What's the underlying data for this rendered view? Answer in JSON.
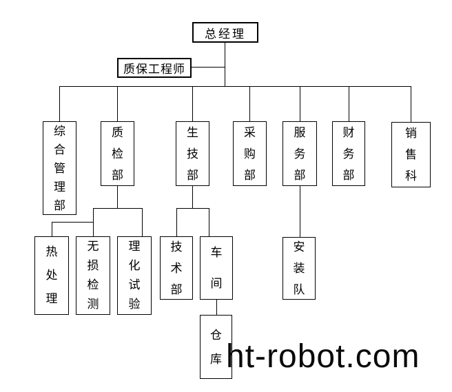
{
  "watermark": "ht-robot.com",
  "colors": {
    "background": "#ffffff",
    "line": "#000000",
    "text": "#000000",
    "watermark_text": "#0a0a0a"
  },
  "org_chart": {
    "type": "organization-hierarchy-diagram",
    "root": {
      "label": "总经理",
      "parent": null
    },
    "staff": {
      "label": "质保工程师",
      "parent": "总经理"
    },
    "level2": [
      {
        "label": "综合管理部",
        "parent": "总经理"
      },
      {
        "label": "质检部",
        "parent": "总经理"
      },
      {
        "label": "生技部",
        "parent": "总经理"
      },
      {
        "label": "采购部",
        "parent": "总经理"
      },
      {
        "label": "服务部",
        "parent": "总经理"
      },
      {
        "label": "财务部",
        "parent": "总经理"
      },
      {
        "label": "销售科",
        "parent": "总经理"
      }
    ],
    "level3": [
      {
        "label": "热处理",
        "parent": "质检部"
      },
      {
        "label": "无损检测",
        "parent": "质检部"
      },
      {
        "label": "理化试验",
        "parent": "质检部"
      },
      {
        "label": "技术部",
        "parent": "生技部"
      },
      {
        "label": "车间",
        "parent": "生技部"
      },
      {
        "label": "安装队",
        "parent": "服务部"
      }
    ],
    "level4": [
      {
        "label": "仓库",
        "parent": "车间"
      }
    ]
  }
}
